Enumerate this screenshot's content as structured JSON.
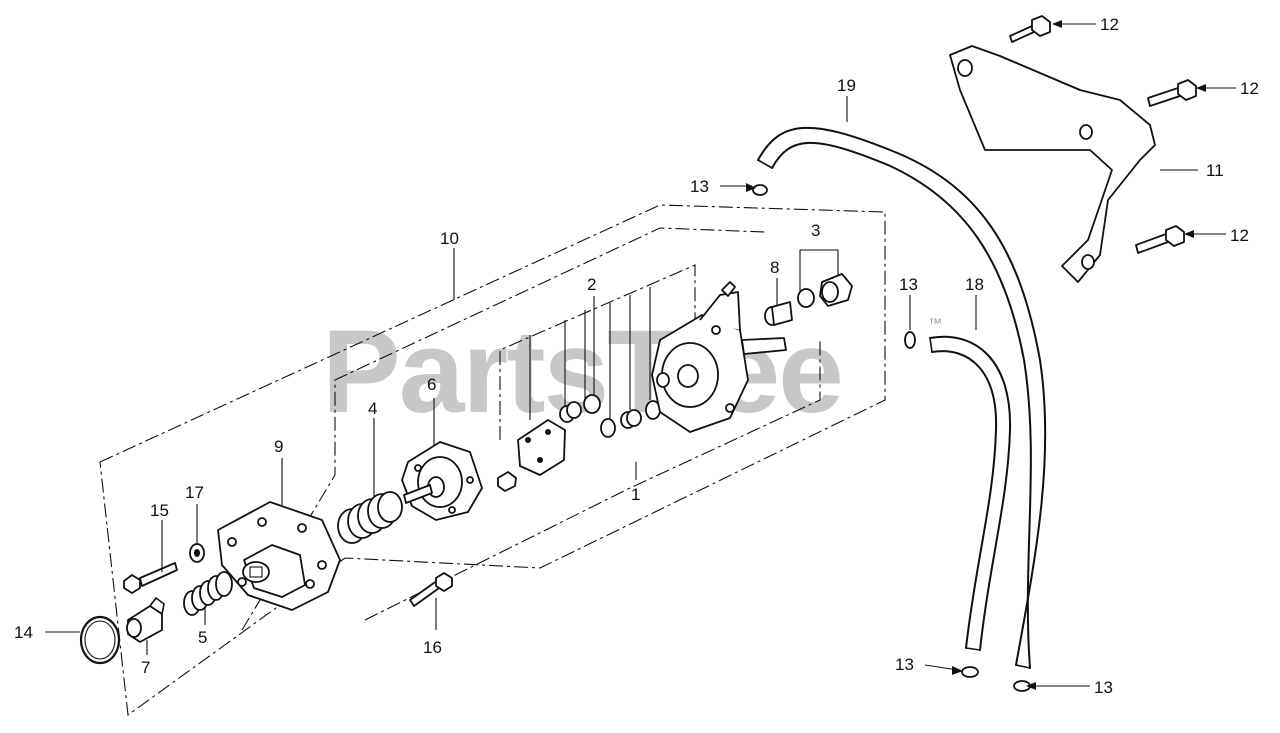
{
  "watermark": {
    "text": "PartsTree",
    "tm": "™"
  },
  "callouts": [
    {
      "id": "label-1",
      "text": "1"
    },
    {
      "id": "label-2",
      "text": "2"
    },
    {
      "id": "label-3",
      "text": "3"
    },
    {
      "id": "label-4",
      "text": "4"
    },
    {
      "id": "label-5",
      "text": "5"
    },
    {
      "id": "label-6",
      "text": "6"
    },
    {
      "id": "label-7",
      "text": "7"
    },
    {
      "id": "label-8",
      "text": "8"
    },
    {
      "id": "label-9",
      "text": "9"
    },
    {
      "id": "label-10",
      "text": "10"
    },
    {
      "id": "label-11",
      "text": "11"
    },
    {
      "id": "label-12a",
      "text": "12"
    },
    {
      "id": "label-12b",
      "text": "12"
    },
    {
      "id": "label-12c",
      "text": "12"
    },
    {
      "id": "label-13a",
      "text": "13"
    },
    {
      "id": "label-13b",
      "text": "13"
    },
    {
      "id": "label-13c",
      "text": "13"
    },
    {
      "id": "label-13d",
      "text": "13"
    },
    {
      "id": "label-14",
      "text": "14"
    },
    {
      "id": "label-15",
      "text": "15"
    },
    {
      "id": "label-16",
      "text": "16"
    },
    {
      "id": "label-17",
      "text": "17"
    },
    {
      "id": "label-18",
      "text": "18"
    },
    {
      "id": "label-19",
      "text": "19"
    }
  ]
}
